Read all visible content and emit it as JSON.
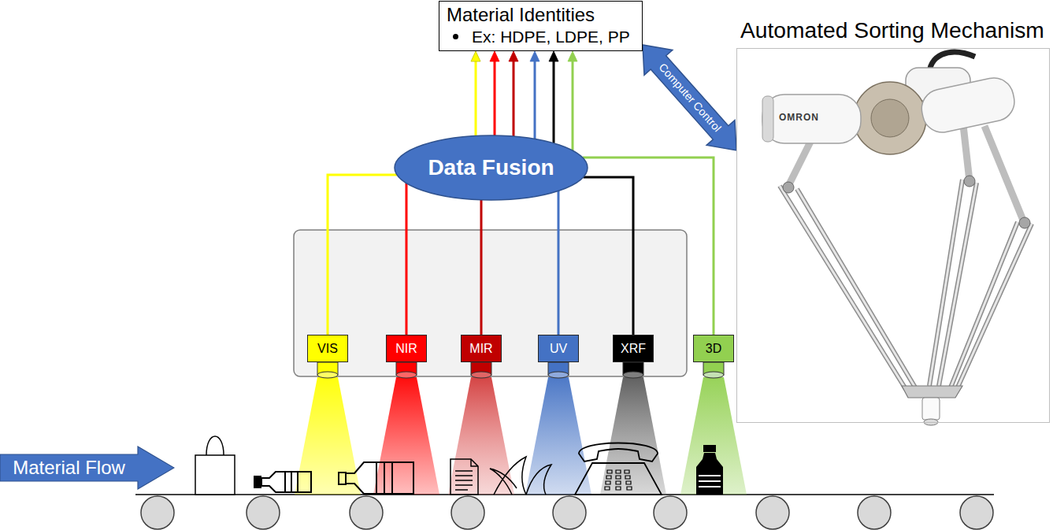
{
  "diagram": {
    "nodes": [
      {
        "text": [
          "Material Identities",
          "Ex: HDPE, LDPE, PP"
        ]
      },
      {
        "text": [
          "Automated Sorting Mechanism"
        ]
      },
      {
        "text": [
          "Data Fusion"
        ]
      },
      {
        "text": [
          "VIS"
        ]
      },
      {
        "text": [
          "NIR"
        ]
      },
      {
        "text": [
          "MIR"
        ]
      },
      {
        "text": [
          "UV"
        ]
      },
      {
        "text": [
          "XRF"
        ]
      },
      {
        "text": [
          "3D"
        ]
      },
      {
        "text": [
          "Material Flow"
        ]
      }
    ],
    "edges": [
      {
        "from": 2,
        "to": 0,
        "arrow": "to"
      },
      {
        "from": 2,
        "to": 0,
        "arrow": "to"
      },
      {
        "from": 2,
        "to": 0,
        "arrow": "to"
      },
      {
        "from": 2,
        "to": 0,
        "arrow": "to"
      },
      {
        "from": 2,
        "to": 0,
        "arrow": "to"
      },
      {
        "from": 2,
        "to": 0,
        "arrow": "to"
      },
      {
        "from": 3,
        "to": 2,
        "arrow": "none"
      },
      {
        "from": 4,
        "to": 2,
        "arrow": "none"
      },
      {
        "from": 5,
        "to": 2,
        "arrow": "none"
      },
      {
        "from": 6,
        "to": 2,
        "arrow": "none"
      },
      {
        "from": 7,
        "to": 2,
        "arrow": "none"
      },
      {
        "from": 8,
        "to": 2,
        "arrow": "none"
      },
      {
        "from": 0,
        "to": 1,
        "arrow": "both",
        "label": "Computer Control"
      }
    ],
    "labels": [
      "OMRON"
    ]
  }
}
